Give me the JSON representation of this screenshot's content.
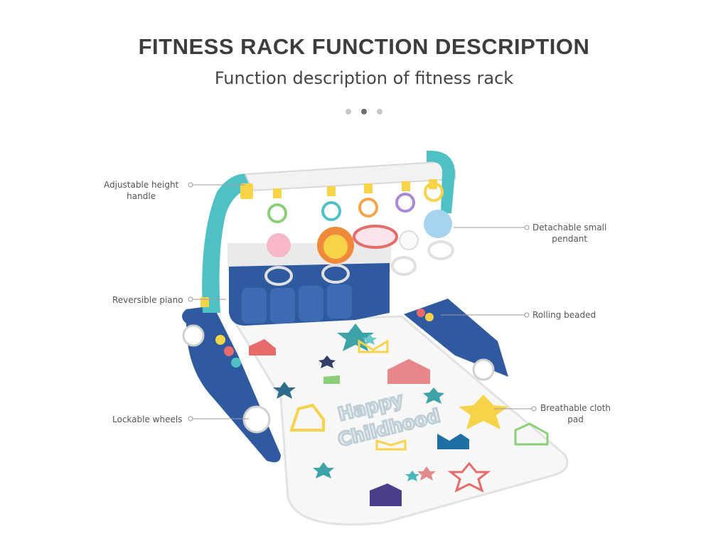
{
  "header": {
    "title": "FITNESS RACK FUNCTION DESCRIPTION",
    "subtitle": "Function description of fitness rack"
  },
  "carousel": {
    "count": 3,
    "active": 2
  },
  "callouts": {
    "height_handle": [
      "Adjustable height",
      "handle"
    ],
    "piano": [
      "Reversible piano"
    ],
    "wheels": [
      "Lockable wheels"
    ],
    "pendant": [
      "Detachable small",
      "pendant"
    ],
    "beaded": [
      "Rolling beaded"
    ],
    "cloth_pad": [
      "Breathable cloth",
      "pad"
    ]
  },
  "mat": {
    "line1": "Happy",
    "line2": "Childhood"
  },
  "colors": {
    "teal": "#4fc1c4",
    "navy": "#2f5aa0",
    "yellow": "#f7d34a",
    "callout_line": "#9a9a9a"
  }
}
